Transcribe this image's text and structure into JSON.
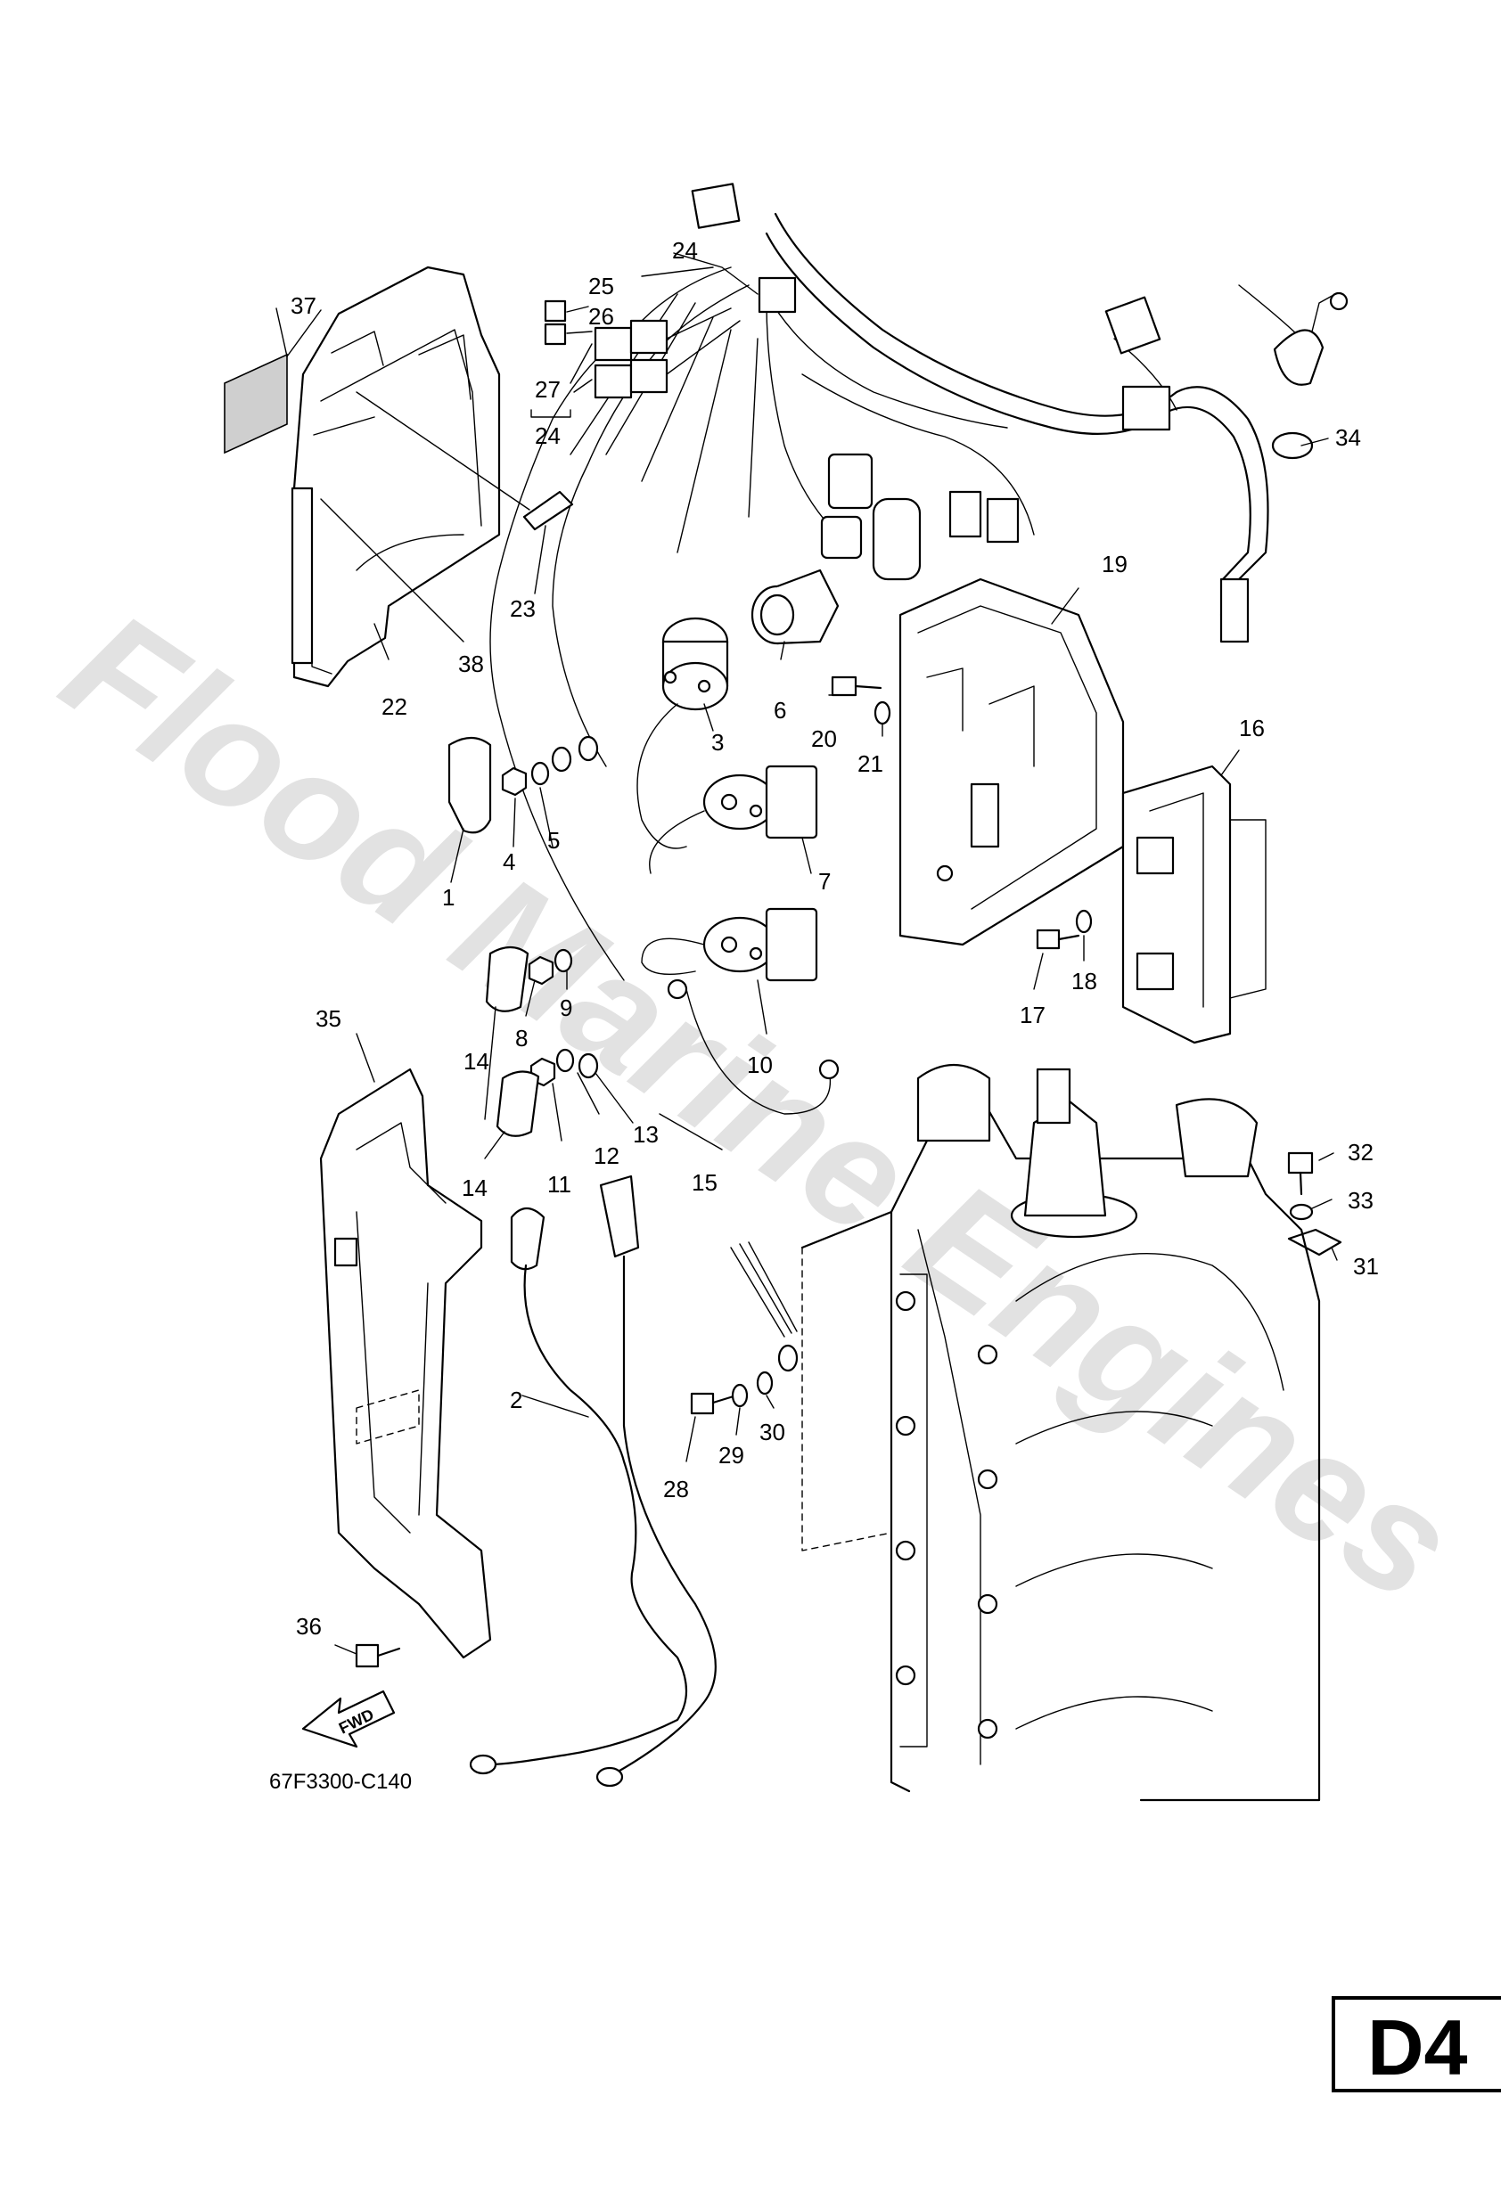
{
  "watermark": "Flood Marine Engines",
  "diagram_code": "67F3300-C140",
  "page_label": "D4",
  "fwd_label": "FWD",
  "callouts": [
    {
      "id": "c1",
      "label": "1"
    },
    {
      "id": "c2",
      "label": "2"
    },
    {
      "id": "c3",
      "label": "3"
    },
    {
      "id": "c4",
      "label": "4"
    },
    {
      "id": "c5",
      "label": "5"
    },
    {
      "id": "c6",
      "label": "6"
    },
    {
      "id": "c7",
      "label": "7"
    },
    {
      "id": "c8",
      "label": "8"
    },
    {
      "id": "c9",
      "label": "9"
    },
    {
      "id": "c10",
      "label": "10"
    },
    {
      "id": "c11",
      "label": "11"
    },
    {
      "id": "c12",
      "label": "12"
    },
    {
      "id": "c13",
      "label": "13"
    },
    {
      "id": "c14a",
      "label": "14"
    },
    {
      "id": "c14b",
      "label": "14"
    },
    {
      "id": "c15",
      "label": "15"
    },
    {
      "id": "c16",
      "label": "16"
    },
    {
      "id": "c17",
      "label": "17"
    },
    {
      "id": "c18",
      "label": "18"
    },
    {
      "id": "c19",
      "label": "19"
    },
    {
      "id": "c20",
      "label": "20"
    },
    {
      "id": "c21",
      "label": "21"
    },
    {
      "id": "c22",
      "label": "22"
    },
    {
      "id": "c23",
      "label": "23"
    },
    {
      "id": "c24a",
      "label": "24"
    },
    {
      "id": "c24b",
      "label": "24"
    },
    {
      "id": "c25",
      "label": "25"
    },
    {
      "id": "c26",
      "label": "26"
    },
    {
      "id": "c27",
      "label": "27"
    },
    {
      "id": "c28",
      "label": "28"
    },
    {
      "id": "c29",
      "label": "29"
    },
    {
      "id": "c30",
      "label": "30"
    },
    {
      "id": "c31",
      "label": "31"
    },
    {
      "id": "c32",
      "label": "32"
    },
    {
      "id": "c33",
      "label": "33"
    },
    {
      "id": "c34",
      "label": "34"
    },
    {
      "id": "c35",
      "label": "35"
    },
    {
      "id": "c36",
      "label": "36"
    },
    {
      "id": "c37",
      "label": "37"
    },
    {
      "id": "c38",
      "label": "38"
    }
  ]
}
